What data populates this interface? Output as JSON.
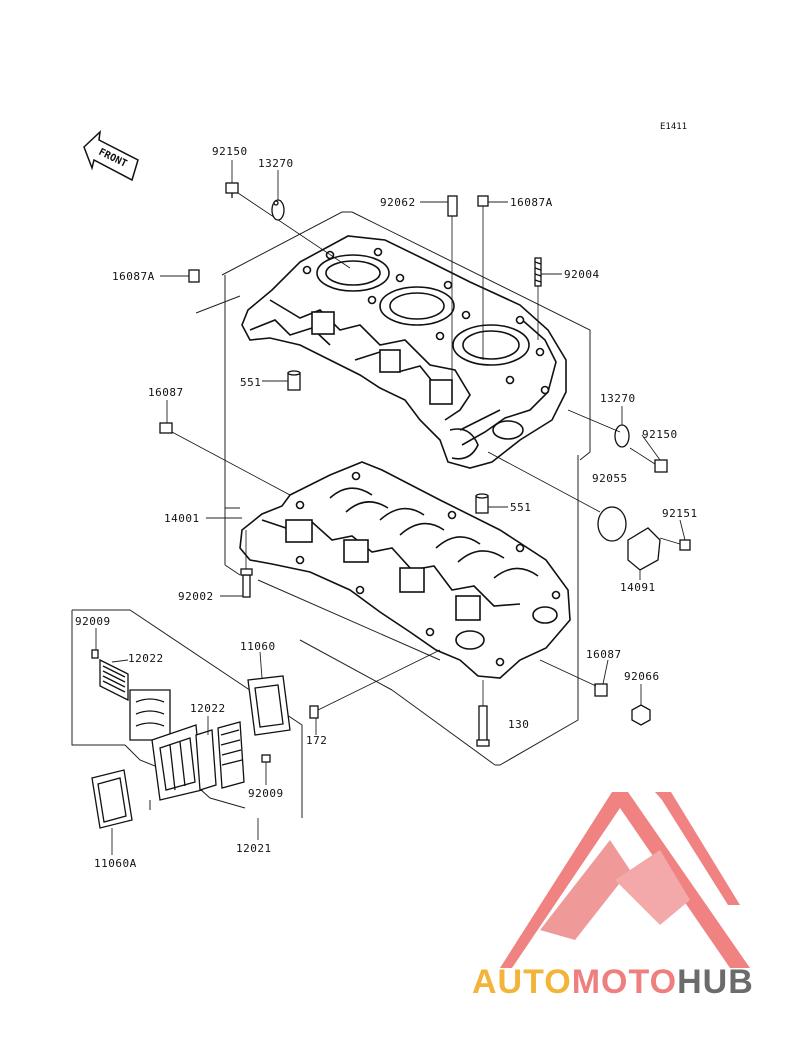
{
  "diagram_code": "E1411",
  "front_label": "FRONT",
  "brand": {
    "part1": "AUTO",
    "part2": "MOTO",
    "part3": "HUB",
    "colors": {
      "auto": "#f2b53a",
      "moto": "#ef7f7f",
      "hub": "#6b6b6b",
      "mark": "#ef6b6b"
    }
  },
  "part_labels": {
    "p92150_top": "92150",
    "p13270_top": "13270",
    "p92062": "92062",
    "p16087A_top": "16087A",
    "p16087A_left": "16087A",
    "p92004": "92004",
    "p551_upper": "551",
    "p16087_left": "16087",
    "p13270_right": "13270",
    "p92150_right": "92150",
    "p92055": "92055",
    "p14001": "14001",
    "p551_lower": "551",
    "p92151": "92151",
    "p14091": "14091",
    "p92002": "92002",
    "p92009_left": "92009",
    "p12022_upper": "12022",
    "p11060": "11060",
    "p16087_right": "16087",
    "p92066": "92066",
    "p12022_lower": "12022",
    "p172": "172",
    "p130": "130",
    "p92009_lower": "92009",
    "p12021": "12021",
    "p11060A": "11060A"
  }
}
